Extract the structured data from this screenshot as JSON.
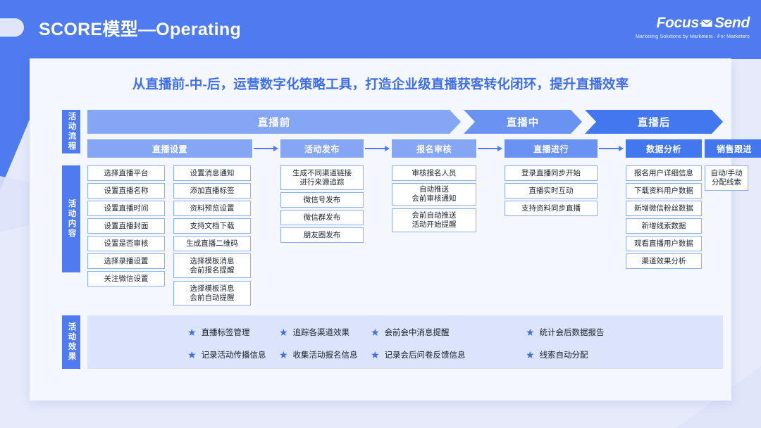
{
  "header": {
    "title": "SCORE模型—Operating",
    "brand_name_left": "Focus",
    "brand_name_right": "Send",
    "brand_tagline": "Marketing Solutions by Marketers . For Marketers",
    "envelope_icon": "envelope-icon",
    "pill_icon": "decorative-pill"
  },
  "card": {
    "subtitle": "从直播前-中-后，运营数字化策略工具，打造企业级直播获客转化闭环，提升直播效率"
  },
  "section_labels": {
    "flow": "活动流程",
    "content": "活动内容",
    "effect": "活动效果"
  },
  "phases": [
    {
      "label": "直播前"
    },
    {
      "label": "直播中"
    },
    {
      "label": "直播后"
    }
  ],
  "steps": [
    {
      "label": "直播设置"
    },
    {
      "label": "活动发布"
    },
    {
      "label": "报名审核"
    },
    {
      "label": "直播进行"
    },
    {
      "label": "数据分析"
    },
    {
      "label": "销售跟进"
    }
  ],
  "content_columns": [
    {
      "column": "直播设置",
      "items": [
        "选择直播平台",
        "设置直播名称",
        "设置直播时间",
        "设置直播封面",
        "设置是否审核",
        "选择录播设置",
        "关注微信设置"
      ]
    },
    {
      "column": "直播设置2",
      "items": [
        "设置消息通知",
        "添加直播标签",
        "资料预览设置",
        "支持文档下载",
        "生成直播二维码",
        "选择模板消息\n会前报名提醒",
        "选择模板消息\n会前自动提醒"
      ]
    },
    {
      "column": "活动发布",
      "items": [
        "生成不同渠道链接\n进行来源追踪",
        "微信号发布",
        "微信群发布",
        "朋友圈发布"
      ]
    },
    {
      "column": "报名审核",
      "items": [
        "审核报名人员",
        "自动推送\n会前审核通知",
        "会前自动推送\n活动开始提醒"
      ]
    },
    {
      "column": "直播进行",
      "items": [
        "登录直播同步开始",
        "直播实时互动",
        "支持资料同步直播"
      ]
    },
    {
      "column": "数据分析",
      "items": [
        "报名用户详细信息",
        "下载资料用户数据",
        "新增微信粉丝数据",
        "新增线索数据",
        "观看直播用户数据",
        "渠道效果分析"
      ]
    },
    {
      "column": "销售跟进",
      "items": [
        "自动/手动\n分配线索"
      ]
    }
  ],
  "effects": [
    {
      "label": "直播标签管理"
    },
    {
      "label": "追踪各渠道效果"
    },
    {
      "label": "会前会中消息提醒"
    },
    {
      "label": "统计会后数据报告"
    },
    {
      "label": "记录活动传播信息"
    },
    {
      "label": "收集活动报名信息"
    },
    {
      "label": "记录会后问卷反馈信息"
    },
    {
      "label": "线索自动分配"
    }
  ],
  "colors": {
    "page_bg": "#e6eafb",
    "header_blue": "#4e7bf0",
    "card_bg": "#f4f7fd",
    "accent": "#3e6fe8",
    "phase_light": "#85a5f5",
    "phase_mid": "#6a92f3",
    "phase_dark": "#4277ef",
    "effect_band": "#dbe4fb",
    "box_border": "#8fb0f7"
  }
}
